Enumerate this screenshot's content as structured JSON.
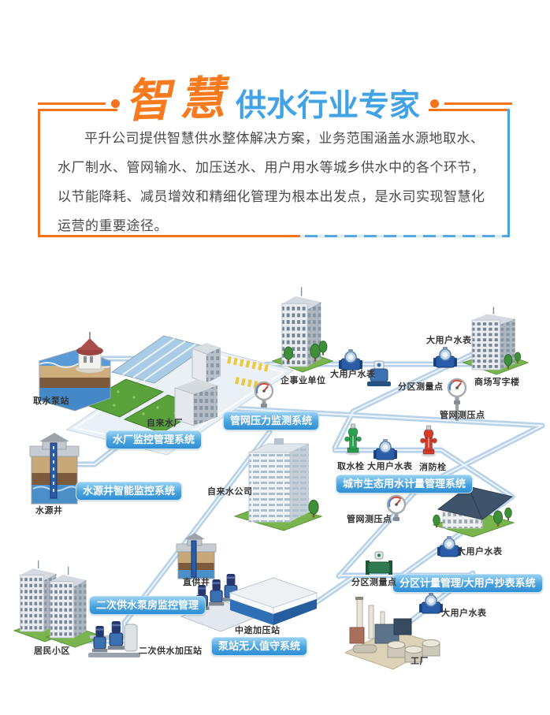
{
  "title": {
    "script": "智慧",
    "main": "供水行业专家"
  },
  "intro": {
    "text": "平升公司提供智慧供水整体解决方案，业务范围涵盖水源地取水、水厂制水、管网输水、加压送水、用户用水等城乡供水中的各个环节，以节能降耗、减员增效和精细化管理为根本出发点，是水司实现智慧化运营的重要途径。"
  },
  "colors": {
    "accent_orange": "#f5721c",
    "accent_blue": "#41a3e6",
    "pill_blue": "#2f8fd6",
    "pipe": "#b7d2e8"
  },
  "diagram": {
    "pills": [
      {
        "id": "plant-monitoring",
        "text": "水厂监控管理系统"
      },
      {
        "id": "well-monitoring",
        "text": "水源井智能监控系统"
      },
      {
        "id": "pipeline-pressure",
        "text": "管网压力监测系统"
      },
      {
        "id": "eco-water-metering",
        "text": "城市生态用水计量管理系统"
      },
      {
        "id": "district-metering",
        "text": "分区计量管理/大用户抄表系统"
      },
      {
        "id": "secondary-supply",
        "text": "二次供水泵房监控管理"
      },
      {
        "id": "unattended-pump",
        "text": "泵站无人值守系统"
      }
    ],
    "labels": [
      {
        "id": "intake-pump-station",
        "text": "取水泵站"
      },
      {
        "id": "water-plant",
        "text": "自来水厂"
      },
      {
        "id": "source-well",
        "text": "水源井"
      },
      {
        "id": "enterprise",
        "text": "企事业单位"
      },
      {
        "id": "meter-enterprise",
        "text": "大用户水表"
      },
      {
        "id": "district-point-1",
        "text": "分区测量点"
      },
      {
        "id": "meter-mall",
        "text": "大用户水表"
      },
      {
        "id": "mall-office",
        "text": "商场写字楼"
      },
      {
        "id": "pressure-point-1",
        "text": "管网测压点"
      },
      {
        "id": "intake-hydrant",
        "text": "取水栓"
      },
      {
        "id": "meter-eco",
        "text": "大用户水表"
      },
      {
        "id": "fire-hydrant",
        "text": "消防栓"
      },
      {
        "id": "water-company",
        "text": "自来水公司"
      },
      {
        "id": "pressure-point-2",
        "text": "管网测压点"
      },
      {
        "id": "meter-school",
        "text": "大用户水表"
      },
      {
        "id": "district-point-2",
        "text": "分区测量点"
      },
      {
        "id": "meter-factory",
        "text": "大用户水表"
      },
      {
        "id": "direct-well",
        "text": "直供井"
      },
      {
        "id": "midway-station",
        "text": "中途加压站"
      },
      {
        "id": "residential",
        "text": "居民小区"
      },
      {
        "id": "secondary-station",
        "text": "二次供水加压站"
      },
      {
        "id": "factory",
        "text": "工厂"
      }
    ]
  }
}
